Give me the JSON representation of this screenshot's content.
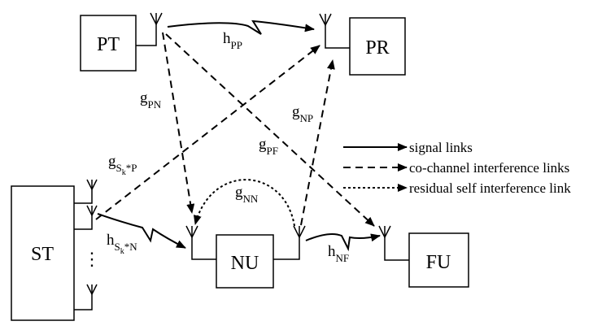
{
  "nodes": {
    "pt": "PT",
    "pr": "PR",
    "st": "ST",
    "nu": "NU",
    "fu": "FU"
  },
  "links": {
    "h_pp": {
      "main": "h",
      "sub": "PP"
    },
    "g_pn": {
      "main": "g",
      "sub": "PN"
    },
    "g_np": {
      "main": "g",
      "sub": "NP"
    },
    "g_pf": {
      "main": "g",
      "sub": "PF"
    },
    "g_nn": {
      "main": "g",
      "sub": "NN"
    },
    "g_sp": {
      "main": "g",
      "sub": "S",
      "subsub": "k",
      "tail": "*P"
    },
    "h_sn": {
      "main": "h",
      "sub": "S",
      "subsub": "k",
      "tail": "*N"
    },
    "h_nf": {
      "main": "h",
      "sub": "NF"
    }
  },
  "st_ellipsis": "⋮",
  "legend": {
    "signal": "signal links",
    "interference": "co-channel interference links",
    "self_interference": "residual self interference link"
  }
}
